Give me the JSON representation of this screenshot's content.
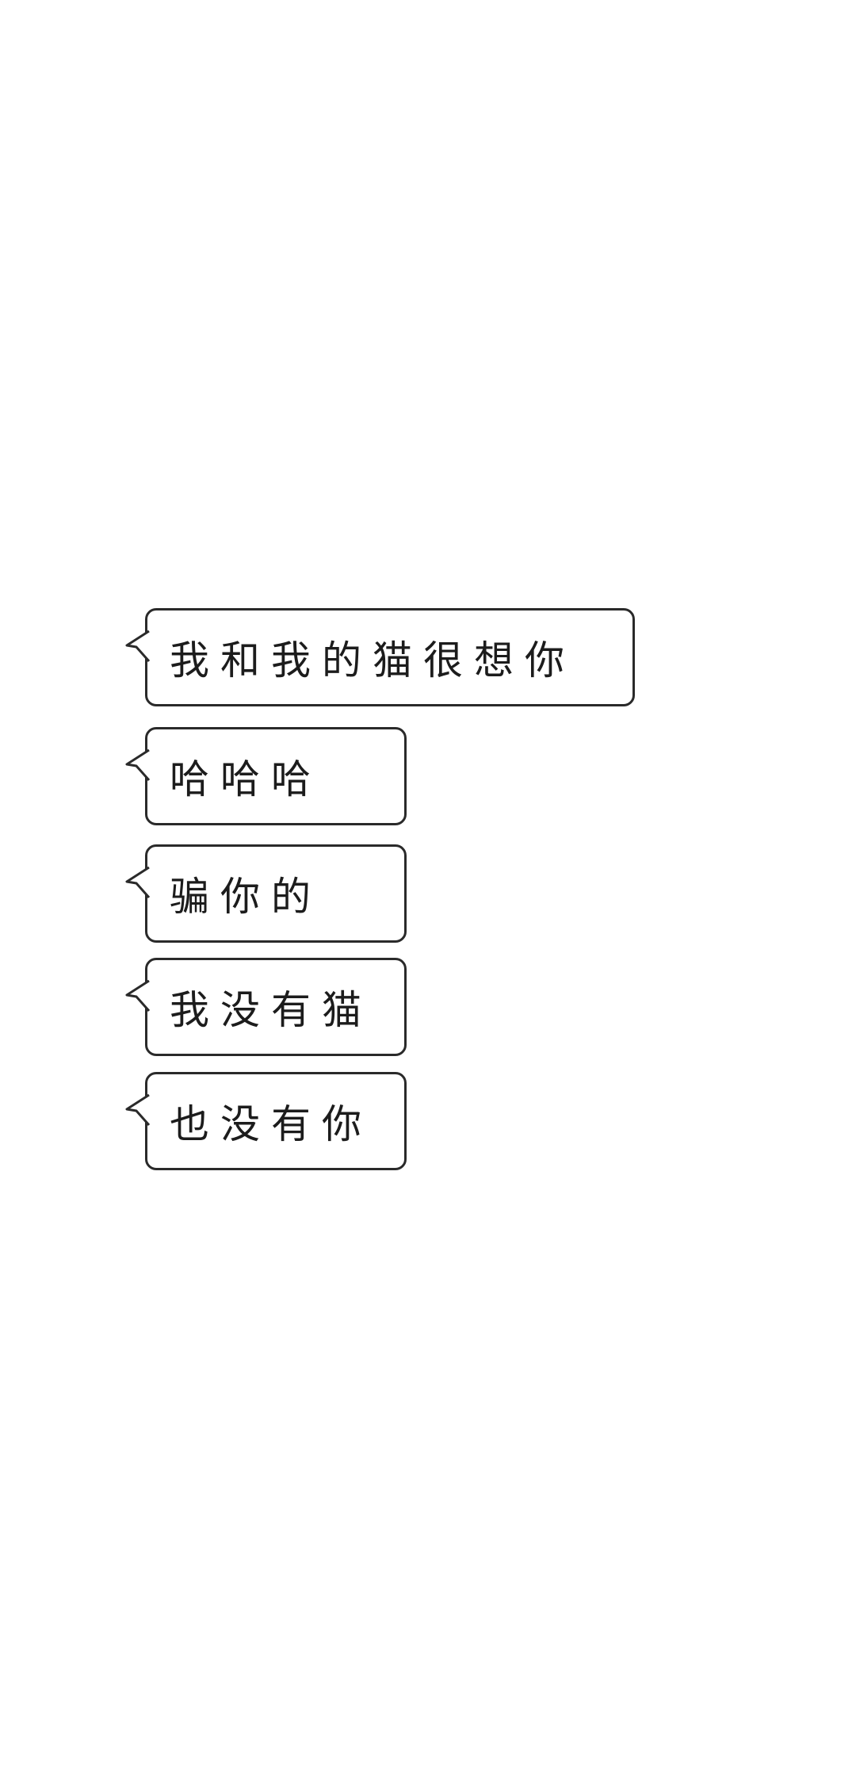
{
  "messages": [
    {
      "text": "我和我的猫很想你"
    },
    {
      "text": "哈哈哈"
    },
    {
      "text": "骗你的"
    },
    {
      "text": "我没有猫"
    },
    {
      "text": "也没有你"
    }
  ],
  "colors": {
    "background": "#ffffff",
    "bubble_border": "#2a2a2a",
    "text": "#1c1c1c"
  }
}
